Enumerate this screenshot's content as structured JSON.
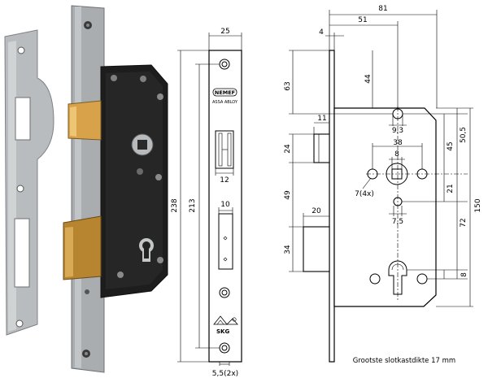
{
  "front_view": {
    "dimensions": {
      "faceplate_width": "25",
      "total_height": "238",
      "hole_spacing": "213",
      "latch_width": "12",
      "bolt_width": "10",
      "screw_holes": "5,5(2x)"
    },
    "brand_logo": "NEMEF",
    "brand_sub": "ASSA ABLOY",
    "cert_mark": "SKG"
  },
  "side_view": {
    "dimensions": {
      "total_depth": "81",
      "backset_depth": "51",
      "faceplate_thickness": "4",
      "top_to_follower": "63",
      "top_to_case": "44",
      "latch_projection": "11",
      "latch_height": "24",
      "latch_to_bolt": "49",
      "bolt_projection": "20",
      "bolt_height": "34",
      "follower_spacing": "38",
      "follower_size": "8",
      "fix_hole_small": "9,3",
      "fixing_holes": "7(4x)",
      "hole_offset_21": "21",
      "hole_dia_75": "7,5",
      "right_45": "45",
      "right_505": "50,5",
      "right_72": "72",
      "right_150": "150",
      "cylinder_8": "8"
    },
    "caption": "Grootste slotkastdikte 17 mm"
  }
}
